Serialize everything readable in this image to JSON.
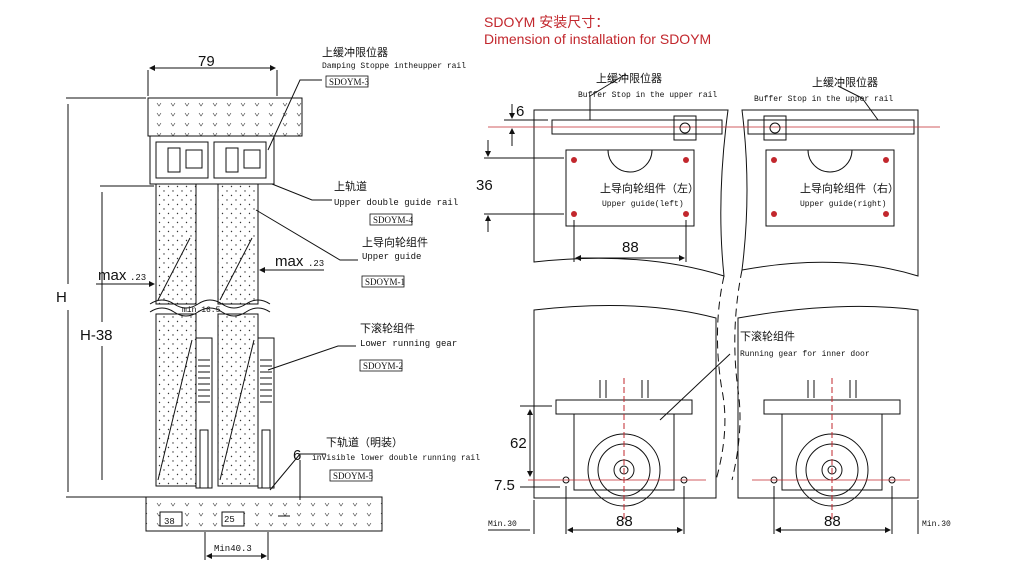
{
  "header": {
    "title_cn": "SDOYM 安装尺寸：",
    "title_en": "Dimension of installation for SDOYM",
    "accent_color": "#c2272d"
  },
  "left": {
    "dim_79": "79",
    "dim_H": "H",
    "dim_H38": "H-38",
    "dim_max_left": "max",
    "dim_max_left_val": ".23",
    "dim_max_right": "max",
    "dim_max_right_val": ".23",
    "dim_min165": "min.16.5",
    "dim_6": "6",
    "dim_38": "38",
    "dim_25": "25",
    "dim_min403": "Min40.3",
    "labels": [
      {
        "cn": "上缓冲限位器",
        "en": "Damping Stoppe intheupper rail",
        "code": "SDOYM-3"
      },
      {
        "cn": "上轨道",
        "en": "Upper double guide rail",
        "code": "SDOYM-4"
      },
      {
        "cn": "上导向轮组件",
        "en": "Upper guide",
        "code": "SDOYM-1"
      },
      {
        "cn": "下滚轮组件",
        "en": "Lower running gear",
        "code": "SDOYM-2"
      },
      {
        "cn": "下轨道（明装）",
        "en": "inVisible lower double running rail",
        "code": "SDOYM-5"
      }
    ]
  },
  "right": {
    "buffer_left_cn": "上缓冲限位器",
    "buffer_left_en": "Buffer Stop in the upper rail",
    "buffer_right_cn": "上缓冲限位器",
    "buffer_right_en": "Buffer Stop in the upper rail",
    "guide_left_cn": "上导向轮组件（左）",
    "guide_left_en": "Upper guide(left)",
    "guide_right_cn": "上导向轮组件（右）",
    "guide_right_en": "Upper guide(right)",
    "dim_6": "6",
    "dim_36": "36",
    "dim_88_top": "88",
    "running_cn": "下滚轮组件",
    "running_en": "Running gear for inner door",
    "dim_62": "62",
    "dim_75": "7.5",
    "dim_88_bl": "88",
    "dim_88_br": "88",
    "min30_left": "Min.30",
    "min30_right": "Min.30"
  }
}
